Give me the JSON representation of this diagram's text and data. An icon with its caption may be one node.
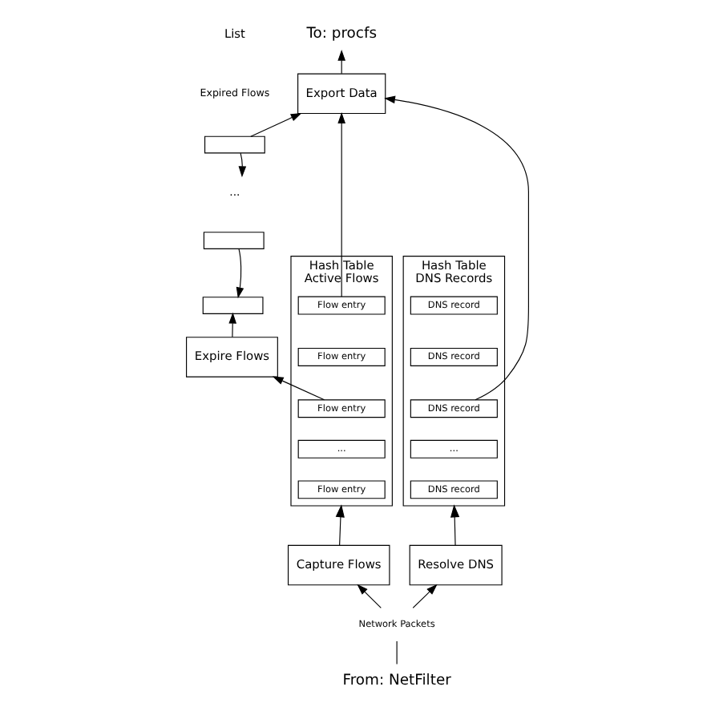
{
  "diagram": {
    "nodes": [
      {
        "text": [
          "To: procfs"
        ]
      },
      {
        "text": [
          "Export Data"
        ]
      },
      {
        "text": [
          "Hash Table",
          "Active Flows"
        ]
      },
      {
        "text": [
          "Flow entry"
        ],
        "in": 2
      },
      {
        "text": [
          "Flow entry"
        ],
        "in": 2
      },
      {
        "text": [
          "Flow entry"
        ],
        "in": 2
      },
      {
        "text": [
          "..."
        ],
        "in": 2
      },
      {
        "text": [
          "Flow entry"
        ],
        "in": 2
      },
      {
        "text": [],
        "shape": "box"
      },
      {
        "text": [
          "..."
        ]
      },
      {
        "text": [],
        "shape": "box"
      },
      {
        "text": [],
        "shape": "box"
      },
      {
        "text": [
          "Hash Table",
          "DNS Records"
        ]
      },
      {
        "text": [
          "DNS record"
        ],
        "in": 12
      },
      {
        "text": [
          "DNS record"
        ],
        "in": 12
      },
      {
        "text": [
          "DNS record"
        ],
        "in": 12
      },
      {
        "text": [
          "..."
        ],
        "in": 12
      },
      {
        "text": [
          "DNS record"
        ],
        "in": 12
      },
      {
        "text": [
          "Expire Flows"
        ]
      },
      {
        "text": [
          "Capture Flows"
        ]
      },
      {
        "text": [
          "Resolve DNS"
        ]
      },
      {
        "text": [
          "Network Packets"
        ]
      },
      {
        "text": [
          "From: NetFilter"
        ]
      }
    ],
    "edges": [
      {
        "from": 1,
        "to": 0,
        "arrow": "to"
      },
      {
        "from": 3,
        "to": 1,
        "arrow": "to"
      },
      {
        "from": 8,
        "to": 1,
        "arrow": "to"
      },
      {
        "from": 15,
        "to": 1,
        "arrow": "to"
      },
      {
        "from": 5,
        "to": 18,
        "arrow": "to"
      },
      {
        "from": 18,
        "to": 11,
        "arrow": "to"
      },
      {
        "from": 8,
        "to": 9,
        "arrow": "to"
      },
      {
        "from": 10,
        "to": 11,
        "arrow": "to"
      },
      {
        "from": 19,
        "to": 2,
        "arrow": "to"
      },
      {
        "from": 20,
        "to": 12,
        "arrow": "to"
      },
      {
        "from": 21,
        "to": 19,
        "arrow": "to"
      },
      {
        "from": 21,
        "to": 20,
        "arrow": "to"
      },
      {
        "from": 22,
        "to": 21,
        "arrow": "none"
      }
    ],
    "labels": [
      "List",
      "Expired Flows"
    ]
  }
}
